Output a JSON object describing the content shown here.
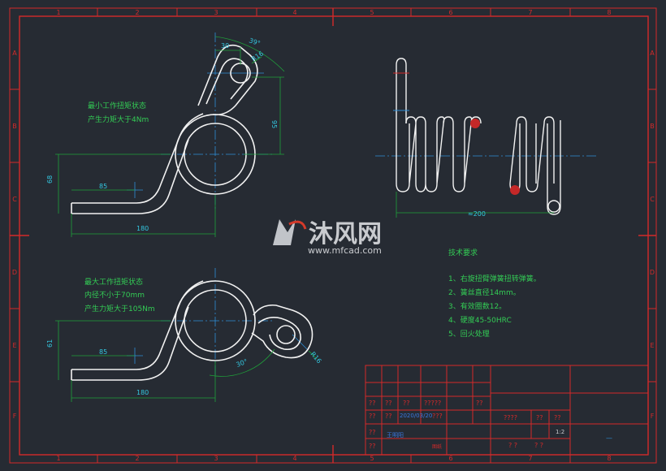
{
  "frame": {
    "col_labels": [
      "1",
      "2",
      "3",
      "4",
      "5",
      "6",
      "7",
      "8"
    ],
    "row_labels": [
      "A",
      "B",
      "C",
      "D",
      "E",
      "F"
    ]
  },
  "top_view": {
    "note_line1": "最小工作扭矩状态",
    "note_line2": "产生力矩大于4Nm",
    "dim_angle": "39°",
    "dim_30": "30",
    "dim_r16": "R16",
    "dim_95": "95",
    "dim_68": "68",
    "dim_85": "85",
    "dim_180": "180"
  },
  "bottom_view": {
    "note_line1": "最大工作扭矩状态",
    "note_line2": "内径不小于70mm",
    "note_line3": "产生力矩大于105Nm",
    "dim_61": "61",
    "dim_85": "85",
    "dim_180": "180",
    "dim_angle": "30°",
    "dim_r16": "R16"
  },
  "side_view": {
    "dim_length": "≈200"
  },
  "watermark": {
    "brand": "沐风网",
    "url": "www.mfcad.com"
  },
  "tech_req": {
    "title": "技术要求",
    "items": [
      "1、右旋扭臂弹簧扭转弹簧。",
      "2、簧丝直径14mm。",
      "3、有效圈数12。",
      "4、硬度45-50HRC",
      "5、回火处理"
    ]
  },
  "title_block": {
    "q1": "??",
    "q2": "??",
    "q3": "??",
    "q4": "?????",
    "q5": "??",
    "q6": "??",
    "q7": "??",
    "q8": "???",
    "designer": "2020/03/20",
    "q9": "??",
    "q10": "??",
    "name_cell": "王明阳",
    "date_cell": "图纸",
    "q11": "????",
    "q12": "??",
    "q13": "??",
    "scale": "1:2",
    "q14": "? ?",
    "q15": "? ?",
    "dash": "—"
  },
  "colors": {
    "background": "#262b33",
    "frame_line": "#d42a2a",
    "part_line": "#f2f2f2",
    "dim_line": "#1fa23a",
    "center_line": "#2f8fd8",
    "text": "#33cc55"
  }
}
